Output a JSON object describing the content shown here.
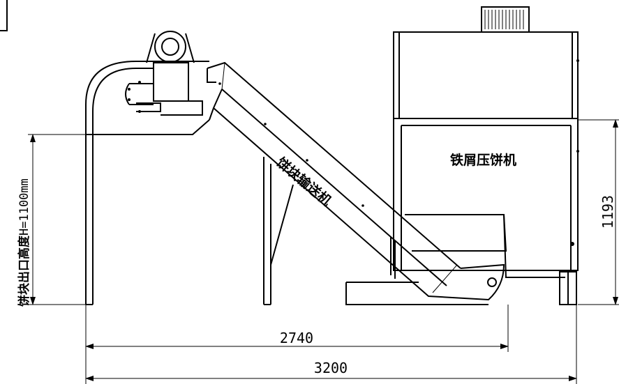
{
  "labels": {
    "press_name": "铁屑压饼机",
    "conveyor_name": "饼块输送机",
    "outlet_height_cn": "饼块出口高度",
    "outlet_height_value": "H=1100mm"
  },
  "dimensions": {
    "width_inner": "2740",
    "width_total": "3200",
    "press_height": "1193"
  }
}
